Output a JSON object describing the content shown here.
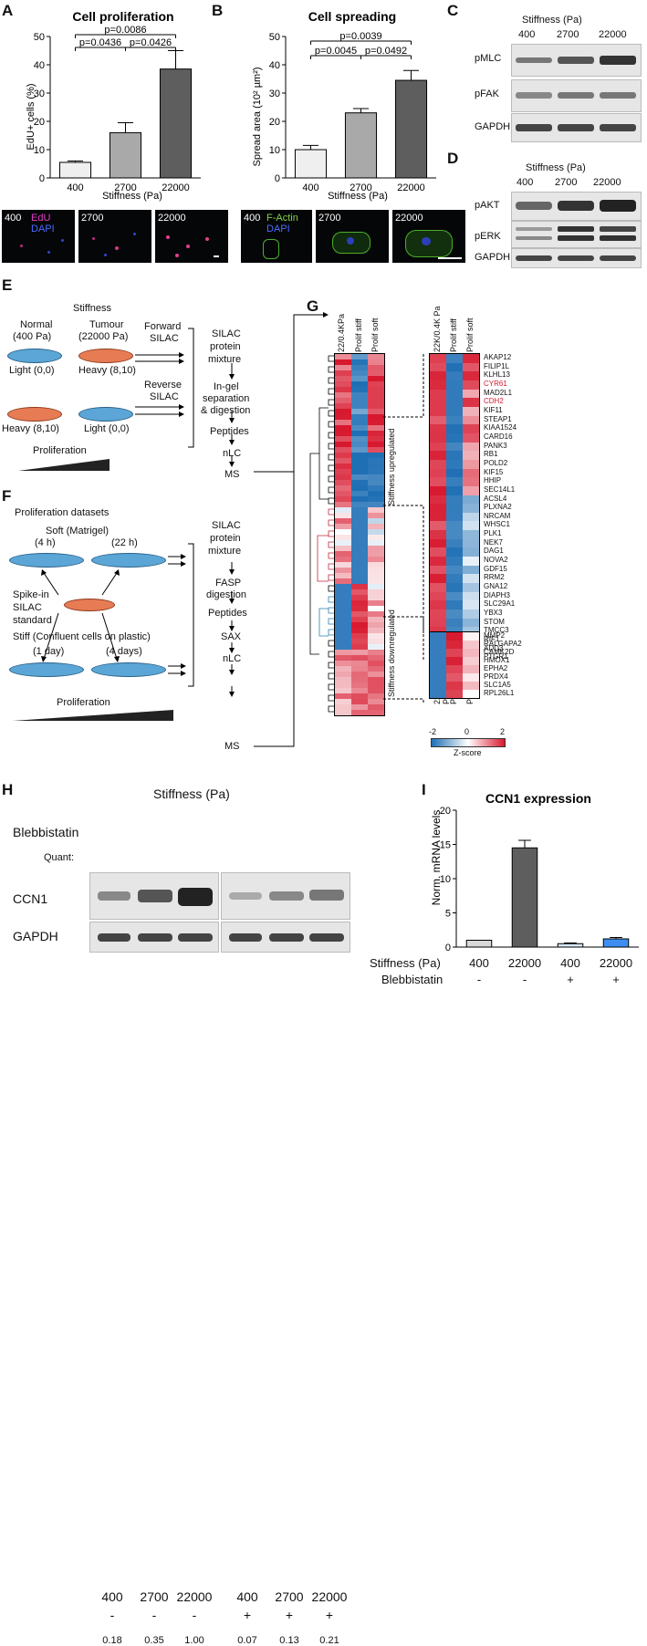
{
  "panels": {
    "A": "A",
    "B": "B",
    "C": "C",
    "D": "D",
    "E": "E",
    "F": "F",
    "G": "G",
    "H": "H",
    "I": "I"
  },
  "chartA": {
    "title": "Cell proliferation",
    "ylabel": "EdU+ cells (%)",
    "xlabel": "Stiffness (Pa)",
    "yticks": [
      "0",
      "10",
      "20",
      "30",
      "40",
      "50"
    ],
    "pvals": [
      "p=0.0086",
      "p=0.0436",
      "p=0.0426"
    ]
  },
  "chartB": {
    "title": "Cell spreading",
    "ylabel": "Spread area (10² µm²)",
    "xlabel": "Stiffness (Pa)",
    "yticks": [
      "0",
      "10",
      "20",
      "30",
      "40",
      "50"
    ],
    "pvals": [
      "p=0.0039",
      "p=0.0045",
      "p=0.0492"
    ]
  },
  "chartI": {
    "title": "CCN1 expression",
    "ylabel": "Norm. mRNA levels",
    "yticks": [
      "0",
      "5",
      "10",
      "15",
      "20"
    ],
    "row1_label": "Stiffness (Pa)",
    "row2_label": "Blebbistatin",
    "row1": [
      "400",
      "22000",
      "400",
      "22000"
    ],
    "row2": [
      "-",
      "-",
      "+",
      "+"
    ]
  },
  "micrographs": {
    "A": [
      {
        "label": "400",
        "sub1": "EdU",
        "sub2": "DAPI"
      },
      {
        "label": "2700"
      },
      {
        "label": "22000"
      }
    ],
    "B": [
      {
        "label": "400",
        "sub1": "F-Actin",
        "sub2": "DAPI"
      },
      {
        "label": "2700"
      },
      {
        "label": "22000"
      }
    ]
  },
  "blotC": {
    "header": "Stiffness (Pa)",
    "cols": [
      "400",
      "2700",
      "22000"
    ],
    "rows": [
      "pMLC",
      "pFAK",
      "GAPDH"
    ]
  },
  "blotD": {
    "header": "Stiffness (Pa)",
    "cols": [
      "400",
      "2700",
      "22000"
    ],
    "rows": [
      "pAKT",
      "pERK",
      "GAPDH"
    ]
  },
  "panelE": {
    "stiffness": "Stiffness",
    "normal": "Normal",
    "normal_pa": "(400 Pa)",
    "tumour": "Tumour",
    "tumour_pa": "(22000 Pa)",
    "light1": "Light (0,0)",
    "heavy1": "Heavy (8,10)",
    "heavy2": "Heavy (8,10)",
    "light2": "Light (0,0)",
    "forward": [
      "Forward",
      "SILAC"
    ],
    "reverse": [
      "Reverse",
      "SILAC"
    ],
    "proliferation": "Proliferation",
    "steps": [
      "SILAC",
      "protein",
      "mixture",
      "In-gel",
      "separation",
      "& digestion",
      "Peptides",
      "nLC",
      "MS"
    ]
  },
  "panelF": {
    "title": "Proliferation datasets",
    "soft": "Soft (Matrigel)",
    "t1": "(4 h)",
    "t2": "(22 h)",
    "spike": [
      "Spike-in",
      "SILAC",
      "standard"
    ],
    "stiff": "Stiff (Confluent cells on plastic)",
    "t3": "(1 day)",
    "t4": "(4 days)",
    "proliferation": "Proliferation",
    "steps": [
      "SILAC",
      "protein",
      "mixture",
      "FASP",
      "digestion",
      "Peptides",
      "SAX",
      "nLC",
      "MS"
    ]
  },
  "panelG": {
    "cols": [
      "22/0.4KPa",
      "Prolif stiff",
      "Prolif soft"
    ],
    "cols_zoom": [
      "22K/0.4K Pa",
      "Prolif stiff",
      "Prolif soft"
    ],
    "up_label": "Stiffness upregulated",
    "down_label": "Stiffness downregulated",
    "genes_up": [
      "AKAP12",
      "FILIP1L",
      "KLHL13",
      "CYR61",
      "MAD2L1",
      "CDH2",
      "KIF11",
      "STEAP1",
      "KIAA1524",
      "CARD16",
      "PANK3",
      "RB1",
      "POLD2",
      "KIF15",
      "HHIP",
      "SEC14L1",
      "ACSL4",
      "PLXNA2",
      "NRCAM",
      "WHSC1",
      "PLK1",
      "NEK7",
      "DAG1",
      "NOVA2",
      "GDF15",
      "RRM2",
      "GNA12",
      "DIAPH3",
      "SLC29A1",
      "YBX3",
      "STOM",
      "TMCC3",
      "RIF1",
      "ADD3",
      "PTGR1"
    ],
    "highlight": [
      "CYR61",
      "CDH2"
    ],
    "genes_down": [
      "MMP2",
      "RALGAPA2",
      "CAMK2D",
      "HMOX1",
      "EPHA2",
      "PRDX4",
      "SLC1A5",
      "RPL26L1"
    ],
    "scale": [
      "-2",
      "0",
      "2"
    ],
    "scale_label": "Z-score",
    "colors": {
      "high": "#d7192f",
      "low": "#1f6fb4",
      "mid": "#ffffff"
    }
  },
  "panelH": {
    "header": "Stiffness (Pa)",
    "cols": [
      "400",
      "2700",
      "22000",
      "400",
      "2700",
      "22000"
    ],
    "bleb_label": "Blebbistatin",
    "bleb": [
      "-",
      "-",
      "-",
      "+",
      "+",
      "+"
    ],
    "quant_label": "Quant:",
    "quant": [
      "0.18",
      "0.35",
      "1.00",
      "0.07",
      "0.13",
      "0.21"
    ],
    "rows": [
      "CCN1",
      "GAPDH"
    ]
  },
  "chart_data": [
    {
      "type": "bar",
      "title": "Cell proliferation",
      "xlabel": "Stiffness (Pa)",
      "ylabel": "EdU+ cells (%)",
      "categories": [
        "400",
        "2700",
        "22000"
      ],
      "values": [
        5.5,
        16,
        38.5
      ],
      "errors": [
        0.5,
        3.5,
        6.5
      ],
      "ylim": [
        0,
        50
      ],
      "colors": [
        "#efefef",
        "#a9a9a9",
        "#5e5e5e"
      ]
    },
    {
      "type": "bar",
      "title": "Cell spreading",
      "xlabel": "Stiffness (Pa)",
      "ylabel": "Spread area (10² µm²)",
      "categories": [
        "400",
        "2700",
        "22000"
      ],
      "values": [
        10,
        23,
        34.5
      ],
      "errors": [
        1.5,
        1.5,
        3.5
      ],
      "ylim": [
        0,
        50
      ],
      "colors": [
        "#efefef",
        "#a9a9a9",
        "#5e5e5e"
      ]
    },
    {
      "type": "bar",
      "title": "CCN1 expression",
      "ylabel": "Norm. mRNA levels",
      "categories": [
        "400 / -",
        "22000 / -",
        "400 / +",
        "22000 / +"
      ],
      "values": [
        1,
        14.5,
        0.5,
        1.2
      ],
      "errors": [
        0,
        1.1,
        0.1,
        0.2
      ],
      "ylim": [
        0,
        20
      ],
      "colors": [
        "#d9d9d9",
        "#5e5e5e",
        "#d6e7fb",
        "#3d8ef0"
      ]
    }
  ]
}
